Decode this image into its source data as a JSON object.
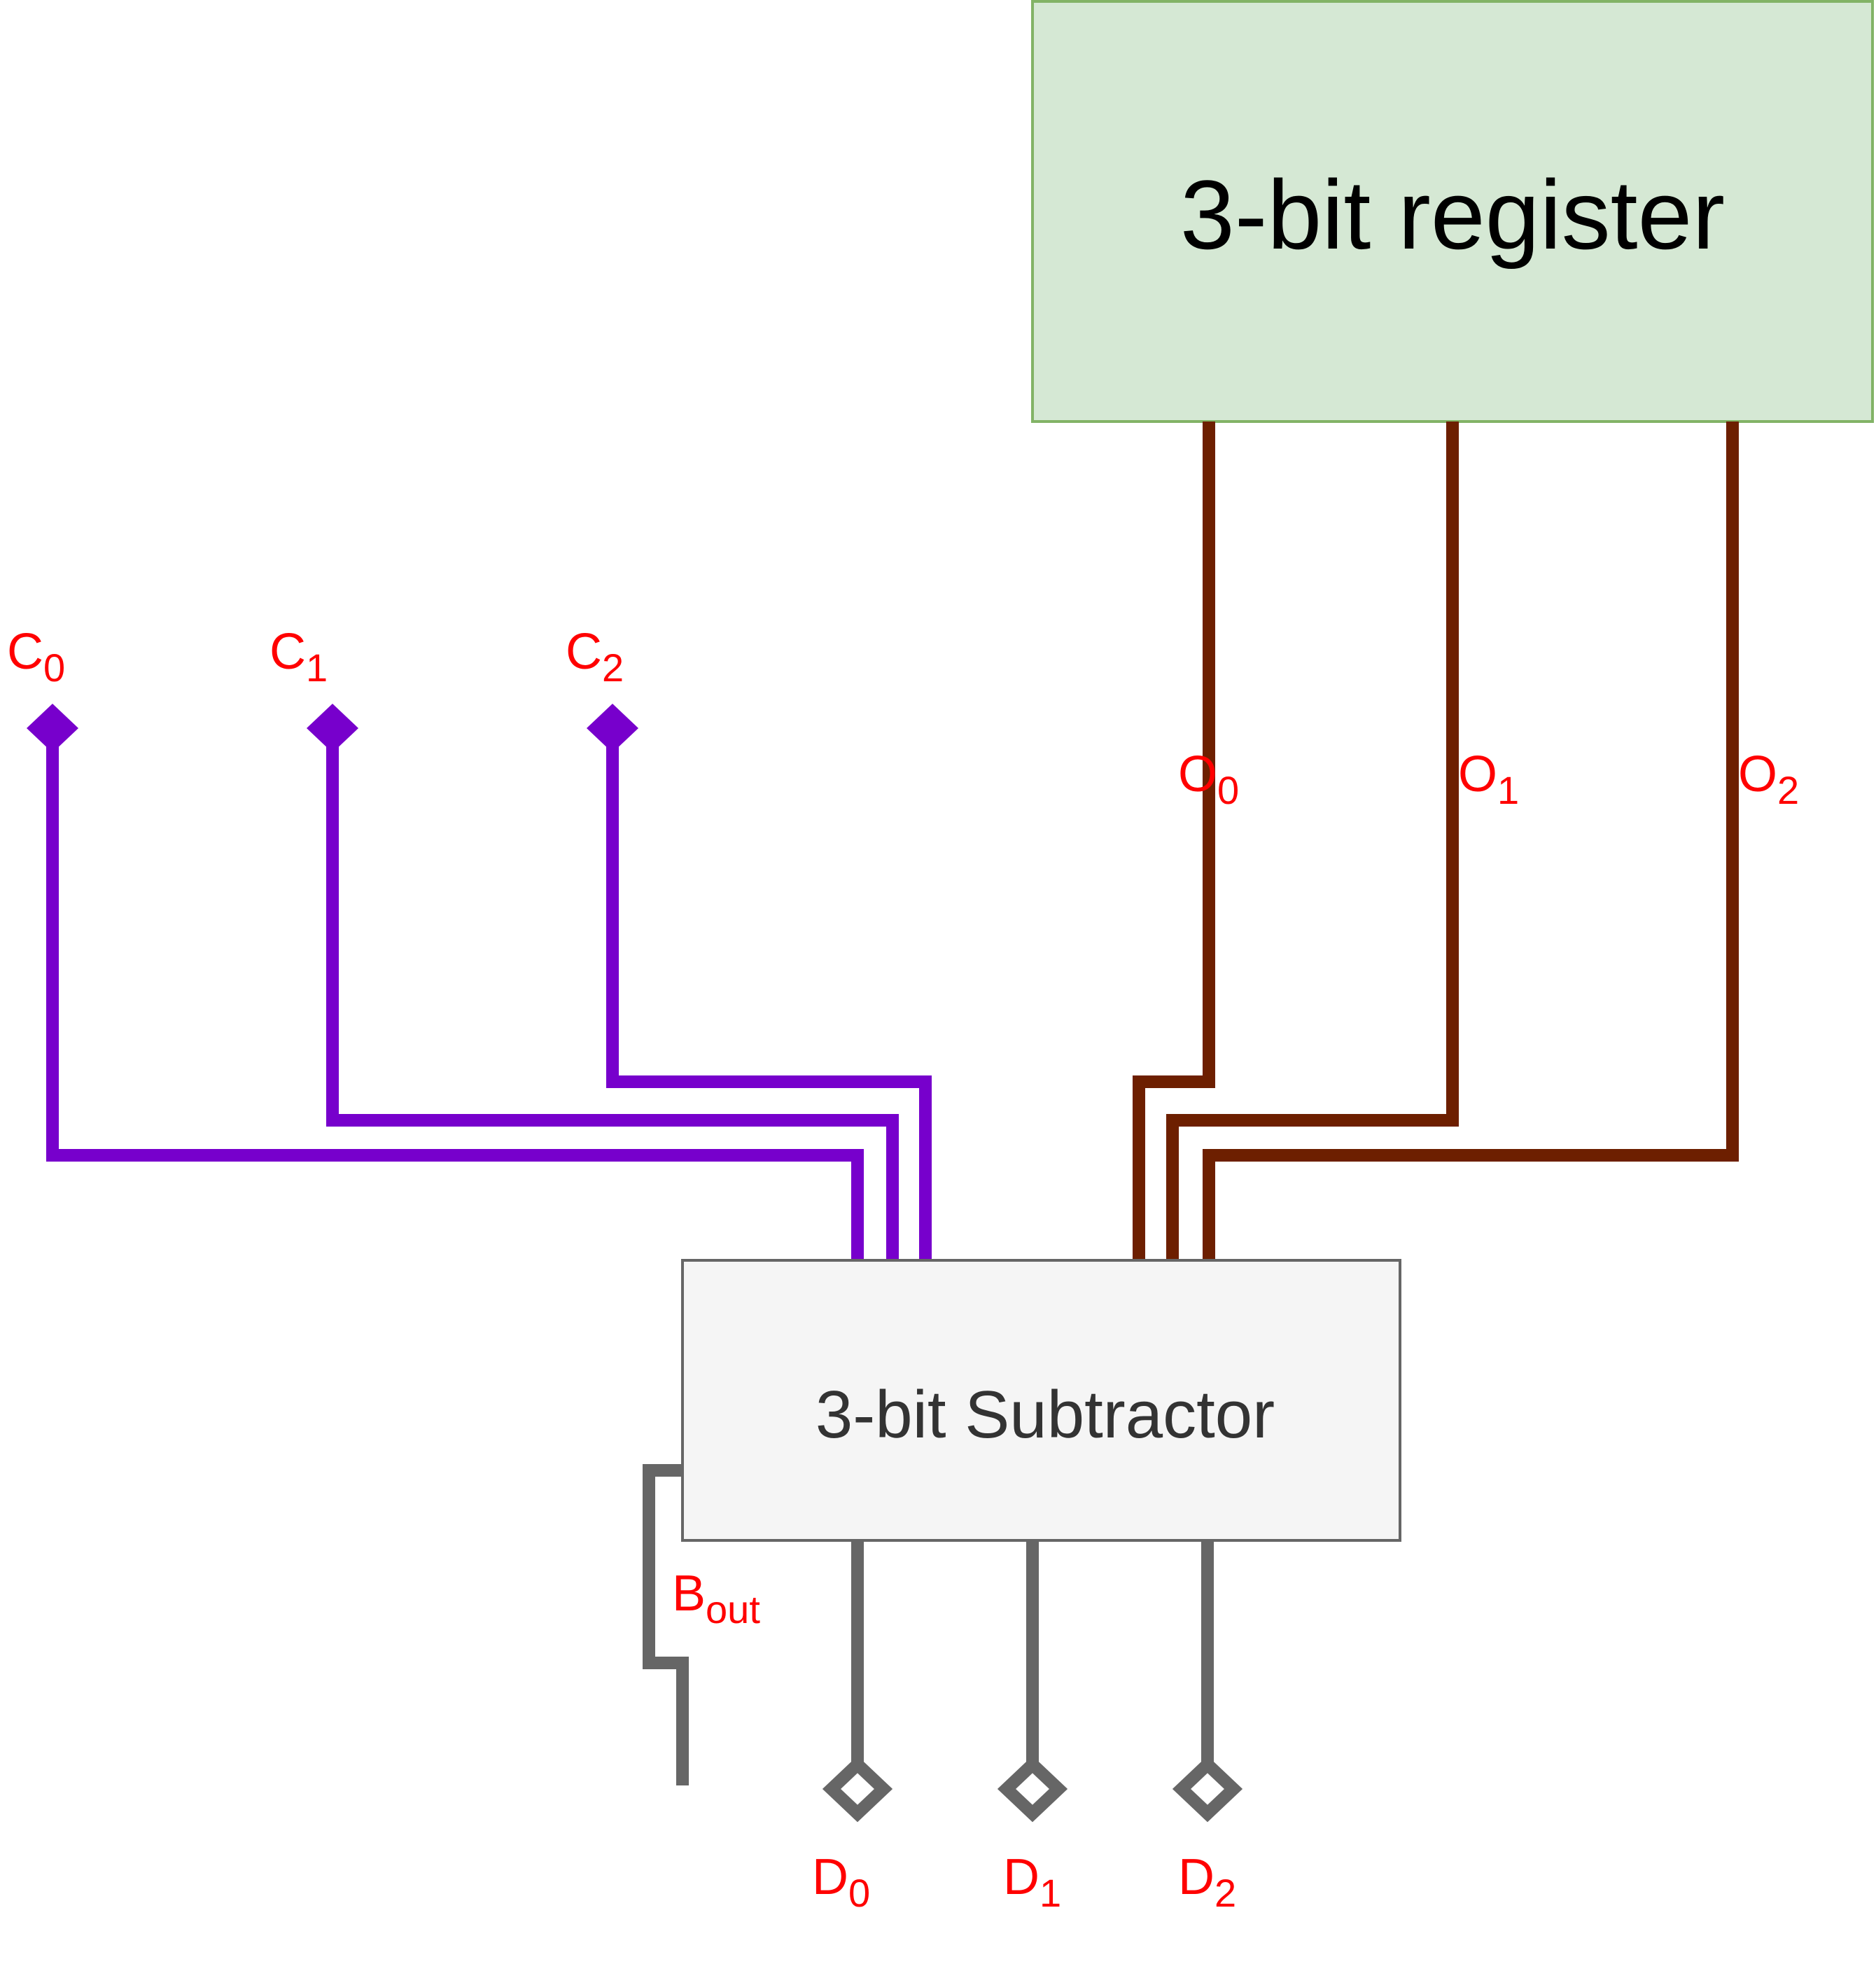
{
  "colors": {
    "register_fill": "#d5e8d4",
    "register_stroke": "#82b366",
    "subtractor_fill": "#f5f5f5",
    "subtractor_stroke": "#666666",
    "c_wire": "#7700cc",
    "o_wire": "#6d1f00",
    "d_wire": "#666666",
    "label": "#ff0000"
  },
  "register": {
    "title": "3-bit register"
  },
  "subtractor": {
    "title": "3-bit Subtractor"
  },
  "inputs_c": [
    {
      "base": "C",
      "sub": "0"
    },
    {
      "base": "C",
      "sub": "1"
    },
    {
      "base": "C",
      "sub": "2"
    }
  ],
  "inputs_o": [
    {
      "base": "O",
      "sub": "0"
    },
    {
      "base": "O",
      "sub": "1"
    },
    {
      "base": "O",
      "sub": "2"
    }
  ],
  "outputs_d": [
    {
      "base": "D",
      "sub": "0"
    },
    {
      "base": "D",
      "sub": "1"
    },
    {
      "base": "D",
      "sub": "2"
    }
  ],
  "borrow": {
    "base": "B",
    "sub": "out"
  }
}
